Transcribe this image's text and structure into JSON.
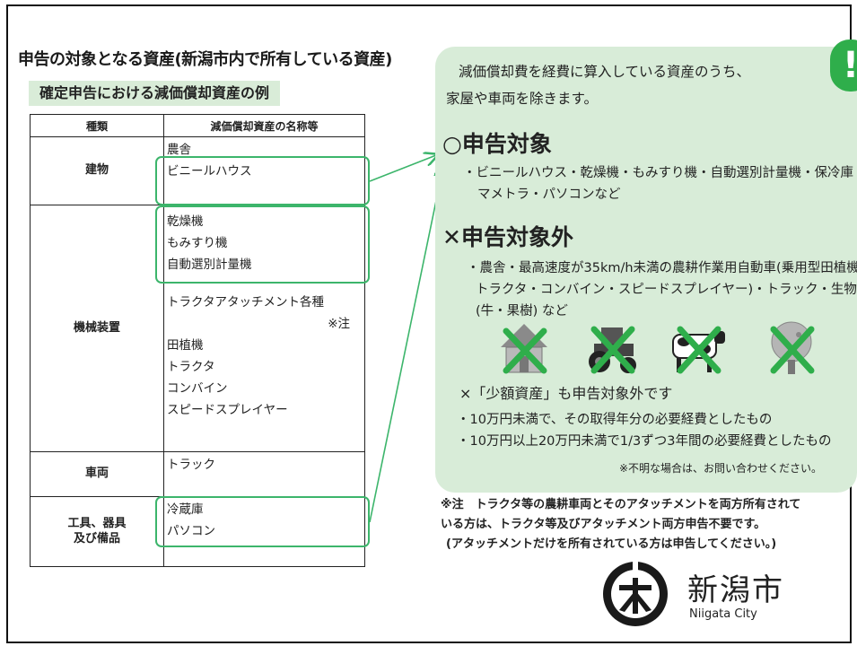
{
  "main_title": "申告の対象となる資産(新潟市内で所有している資産)",
  "sub_title": "確定申告における減価償却資産の例",
  "table": {
    "headers": [
      "種類",
      "減価償却資産の名称等"
    ],
    "rows": [
      {
        "kind": "建物",
        "names": [
          "農舎",
          "ビニールハウス"
        ]
      },
      {
        "kind": "機械装置",
        "names": [
          "乾燥機",
          "もみすり機",
          "自動選別計量機",
          "",
          "トラクタアタッチメント各種",
          "※注",
          "田植機",
          "トラクタ",
          "コンバイン",
          "スピードスプレイヤー"
        ]
      },
      {
        "kind": "車両",
        "names": [
          "トラック"
        ]
      },
      {
        "kind": "工具、器具\n及び備品",
        "names": [
          "冷蔵庫",
          "パソコン"
        ]
      }
    ]
  },
  "panel": {
    "mark": "!",
    "intro": [
      "減価償却費を経費に算入している資産のうち、",
      "家屋や車両を除きます。"
    ],
    "target_heading": "○申告対象",
    "target_body": [
      "・ビニールハウス・乾燥機・もみすり機・自動選別計量機・保冷庫・",
      "マメトラ・パソコンなど"
    ],
    "non_target_heading": "✕申告対象外",
    "non_target_body": [
      "・農舎・最高速度が35km/h未満の農耕作業用自動車(乗用型田植機・",
      "トラクタ・コンバイン・スピードスプレイヤー)・トラック・生物",
      "(牛・果樹) など"
    ],
    "icons": [
      "house-icon",
      "tractor-icon",
      "cow-icon",
      "tree-icon"
    ],
    "small_asset_line": "×「少額資産」も申告対象外です",
    "small_asset_bullets": [
      "・10万円未満で、その取得年分の必要経費としたもの",
      "・10万円以上20万円未満で1/3ずつ3年間の必要経費としたもの"
    ],
    "inquiry_note": "※不明な場合は、お問い合わせください。"
  },
  "footnote": [
    "※注　トラクタ等の農耕車両とそのアタッチメントを両方所有されて",
    "いる方は、トラクタ等及びアタッチメント両方申告不要です。",
    "(アタッチメントだけを所有されている方は申告してください。)"
  ],
  "logo": {
    "jp": "新潟市",
    "en": "Niigata City"
  },
  "colors": {
    "accent_green": "#2fae4b",
    "panel_bg": "#d8ecd8",
    "highlight": "#3cb56b",
    "cross": "#2fae4b"
  }
}
